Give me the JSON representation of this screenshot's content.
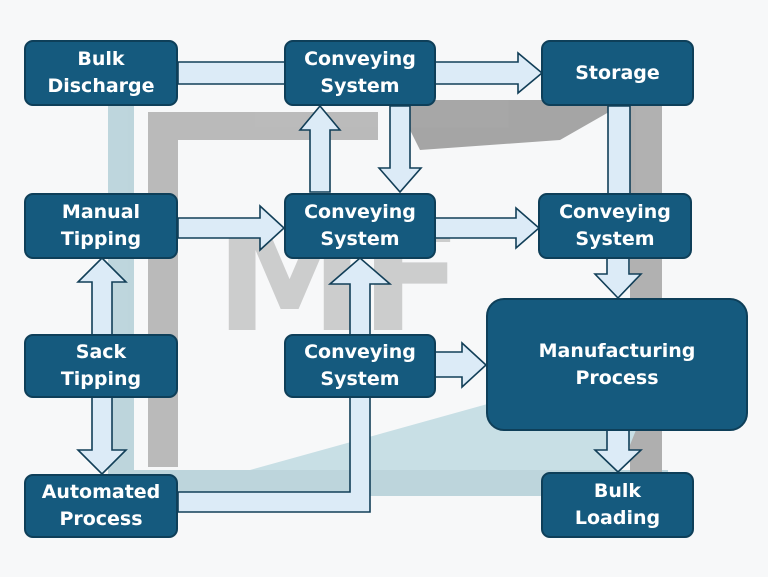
{
  "colors": {
    "node_fill": "#155a7e",
    "node_border": "#0e3f59",
    "node_text": "#ffffff",
    "arrow_fill": "#dcebf7",
    "arrow_stroke": "#123f58",
    "watermark_gray": "#9a9a9a",
    "watermark_teal": "#a9cbd3"
  },
  "nodes": {
    "bulk_discharge": "Bulk\nDischarge",
    "conveying_top": "Conveying\nSystem",
    "storage": "Storage",
    "manual_tipping": "Manual\nTipping",
    "conveying_middle": "Conveying\nSystem",
    "conveying_right": "Conveying\nSystem",
    "sack_tipping": "Sack\nTipping",
    "conveying_lower": "Conveying\nSystem",
    "manufacturing_process": "Manufacturing\nProcess",
    "automated_process": "Automated\nProcess",
    "bulk_loading": "Bulk\nLoading"
  },
  "watermark_logo": "MF"
}
